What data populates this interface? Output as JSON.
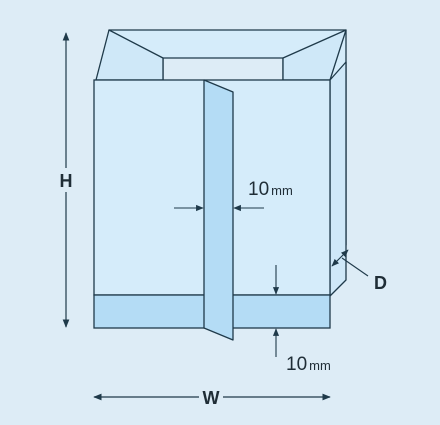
{
  "labels": {
    "height": "H",
    "width": "W",
    "depth": "D",
    "seam_value": "10",
    "seam_unit": "mm",
    "bottom_value": "10",
    "bottom_unit": "mm"
  },
  "colors": {
    "background": "#ddecf6",
    "bag_face": "#d5ecfa",
    "seal_strip": "#b4dcf5",
    "outline": "#1f3a4a",
    "text": "#1f2d36"
  }
}
